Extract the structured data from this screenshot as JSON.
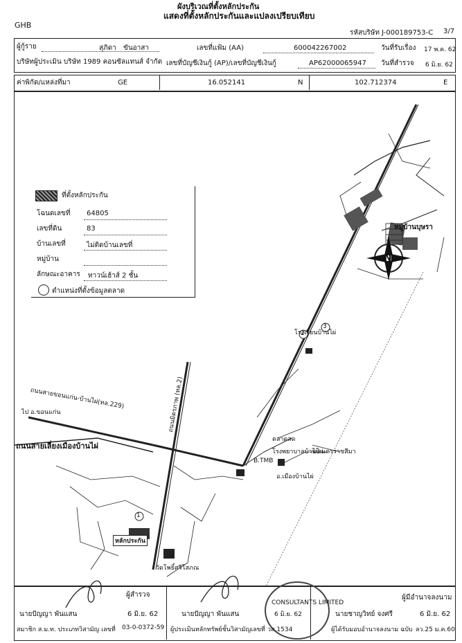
{
  "header": {
    "top_title": "ผังบริเวณที่ตั้งหลักประกัน",
    "title": "แสดงที่ตั้งหลักประกันและแปลงเปรียบเทียบ",
    "org": "GHB",
    "company_code": "รหัสบริษัท J-000189753-C",
    "page": "3/7"
  },
  "info": {
    "borrower_label": "ผู้กู้ราย",
    "borrower_first": "สุภิดา",
    "borrower_last": "ขันอาสา",
    "file_no_label": "เลขที่แฟ้ม (AA)",
    "file_no": "600042267002",
    "received_label": "วันที่รับเรื่อง",
    "received_date": "17 พ.ค. 62",
    "appraiser_label": "บริษัทผู้ประเมิน บริษัท 1989 คอนซัลแทนส์ จำกัด",
    "ap_label": "เลขที่บัญชีเงินกู้ (AP)/เลขที่บัญชีเงินกู้",
    "ap_no": "AP62000065947",
    "survey_label": "วันที่สำรวจ",
    "survey_date": "6 มิ.ย. 62"
  },
  "coords": {
    "label": "ค่าพิกัด/แหล่งที่มา",
    "source": "GE",
    "lat": "16.052141",
    "lat_dir": "N",
    "lon": "102.712374",
    "lon_dir": "E"
  },
  "legend": {
    "collateral_label": "ที่ตั้งหลักประกัน",
    "deed_label": "โฉนดเลขที่",
    "deed_no": "64805",
    "land_label": "เลขที่ดิน",
    "land_no": "83",
    "house_label": "บ้านเลขที่",
    "house_no": "ไม่ติดบ้านเลขที่",
    "village_label": "หมู่บ้าน",
    "village": "",
    "building_label": "ลักษณะอาคาร",
    "building": "ทาวน์เฮ้าส์ 2 ชั้น",
    "market_label": "ตำแหน่งที่ตั้งข้อมูลตลาด"
  },
  "map": {
    "village": "หมู่บ้านบุษรา",
    "road1": "ถนนสายขอนแก่น-บ้านไผ่(ทล.229)",
    "road2": "ถนนสายเลี่ยงเมืองบ้านไผ่",
    "road3": "ถนนมิตรภาพ (ทล.2)",
    "to_khonkaen": "ไป อ.ขอนแก่น",
    "to_korat": "ไป นครราชสีมา",
    "collateral_tag": "หลักประกัน",
    "lm_school": "โรงเรียนบ้านไผ่",
    "lm_hospital": "โรงพยาบาลบ้านไผ่",
    "lm_market": "ตลาดสด",
    "lm_temple": "วัดโพธิ์ศรีโสภณ",
    "lm_district": "อ.เมืองบ้านไผ่",
    "lm_tmb": "B.TMB",
    "marker1": "1",
    "marker2": "2",
    "marker3": "3",
    "north": "N"
  },
  "footer": {
    "surveyor_title": "ผู้สำรวจ",
    "surveyor_name": "นายปัญญา  พันแสน",
    "surveyor_date": "6 มิ.ย. 62",
    "member_label": "สมาชิก ส.ม.ท. ประเภทวิสามัญ เลขที่",
    "member_no": "03-0-0372-59",
    "appraiser_name": "นายปัญญา  พันแสน",
    "appraiser_label": "ผู้ประเมินหลักทรัพย์ชั้นวิสามัญเลขที่",
    "stamp_text": "CONSULTANTS LIMITED",
    "stamp_date": "6 มิ.ย. 62",
    "stamp_no": "วส.1534",
    "authority_title": "ผู้มีอำนาจลงนาม",
    "authority_name": "นายชาญวิทย์  จงศรี",
    "authority_date": "6 มิ.ย. 62",
    "authority_label": "ผู้ได้รับมอบอำนาจลงนาม ฉบับ",
    "authority_ref": "ลว.25 ม.ค.60"
  }
}
